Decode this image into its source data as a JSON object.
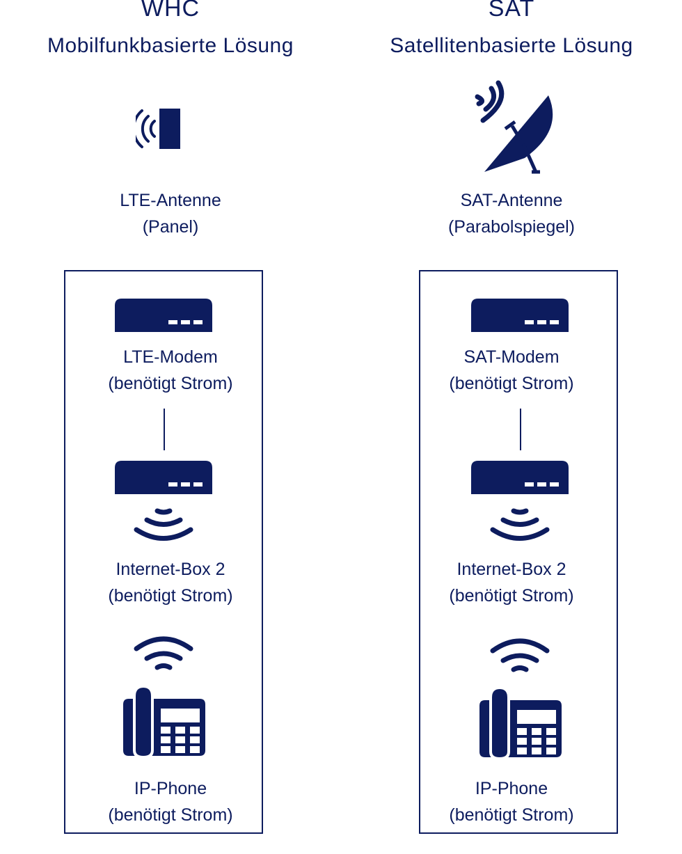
{
  "colors": {
    "primary": "#0d1c5e",
    "background": "#ffffff"
  },
  "columns": [
    {
      "title": "WHC",
      "subtitle": "Mobilfunkbasierte Lösung",
      "antenna": {
        "icon": "lte-panel-antenna-icon",
        "line1": "LTE-Antenne",
        "line2": "(Panel)"
      },
      "modem": {
        "icon": "modem-icon",
        "line1": "LTE-Modem",
        "line2": "(benötigt Strom)"
      },
      "router": {
        "icon": "router-icon",
        "line1": "Internet-Box 2",
        "line2": "(benötigt Strom)"
      },
      "phone": {
        "icon": "desk-phone-icon",
        "line1": "IP-Phone",
        "line2": "(benötigt Strom)"
      }
    },
    {
      "title": "SAT",
      "subtitle": "Satellitenbasierte Lösung",
      "antenna": {
        "icon": "satellite-dish-icon",
        "line1": "SAT-Antenne",
        "line2": "(Parabolspiegel)"
      },
      "modem": {
        "icon": "modem-icon",
        "line1": "SAT-Modem",
        "line2": "(benötigt Strom)"
      },
      "router": {
        "icon": "router-icon",
        "line1": "Internet-Box 2",
        "line2": "(benötigt Strom)"
      },
      "phone": {
        "icon": "desk-phone-icon",
        "line1": "IP-Phone",
        "line2": "(benötigt Strom)"
      }
    }
  ]
}
